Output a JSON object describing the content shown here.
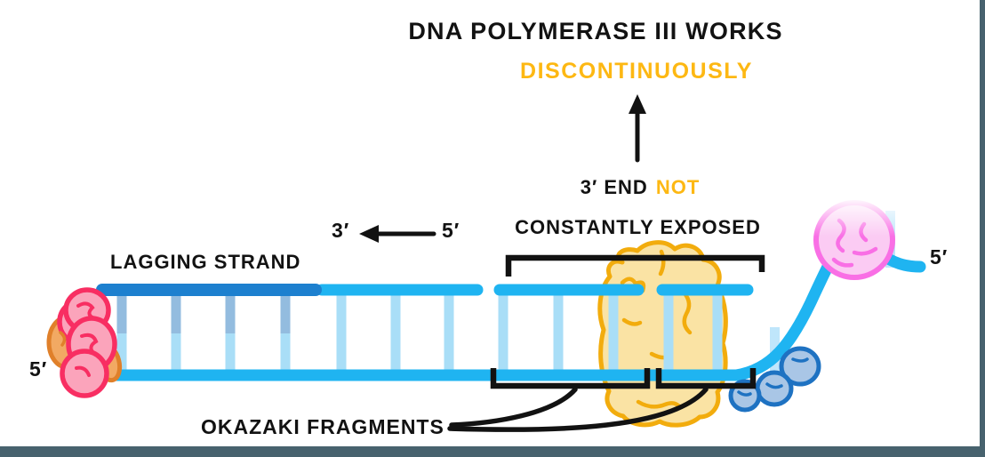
{
  "heading": {
    "line1": "DNA POLYMERASE III WORKS",
    "line2": "DISCONTINUOUSLY"
  },
  "callout": {
    "line1_black": "3′ END",
    "line1_orange": "NOT",
    "line2": "CONSTANTLY EXPOSED"
  },
  "direction_indicator": {
    "three_prime": "3′",
    "five_prime": "5′"
  },
  "labels": {
    "lagging_strand": "LAGGING STRAND",
    "okazaki_fragments": "OKAZAKI FRAGMENTS",
    "five_prime_left": "5′",
    "five_prime_right": "5′"
  },
  "colors": {
    "accent_orange_text": "#FDB813",
    "ink": "#121212",
    "strand_cyan": "#1FB4F1",
    "strand_dark_blue": "#1D80CF",
    "rung_steel": "#93BCDF",
    "rung_light": "#A9DEF7",
    "rung_pale": "#BFE6FB",
    "blob_yellow_fill": "#FAE3A4",
    "blob_yellow_outline": "#F2AC0D",
    "blob_pink_fill": "#FBA4BB",
    "blob_pink_outline": "#F82E62",
    "blob_orange_fill": "#F2A963",
    "blob_orange_outline": "#E0802A",
    "blob_magenta_fill": "#FBCBF3",
    "blob_magenta_outline": "#F96FE5",
    "blob_blue_fill": "#A9C6E6",
    "blob_blue_outline": "#1E72C2",
    "frame": "#47626E"
  }
}
